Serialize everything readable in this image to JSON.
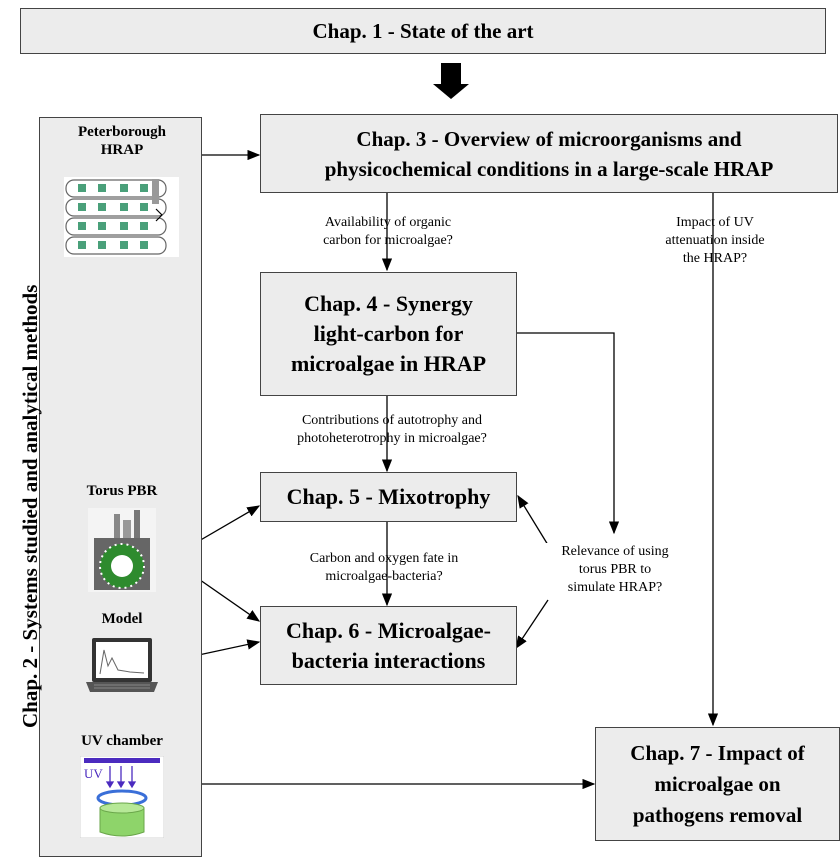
{
  "top": {
    "title": "Chap. 1 - State of the art"
  },
  "left_panel": {
    "vertical_title": "Chap. 2 - Systems studied and analytical methods",
    "systems": [
      {
        "label_line1": "Peterborough",
        "label_line2": "HRAP",
        "icon": "raceway-pond-icon"
      },
      {
        "label": "Torus PBR",
        "icon": "torus-photobioreactor-icon"
      },
      {
        "label": "Model",
        "icon": "laptop-graph-icon"
      },
      {
        "label": "UV chamber",
        "icon": "uv-chamber-icon",
        "uv_text": "UV"
      }
    ]
  },
  "chapters": {
    "chap3": {
      "line1": "Chap. 3 - Overview of microorganisms and",
      "line2": "physicochemical conditions in a large-scale HRAP"
    },
    "chap4": {
      "line1": "Chap. 4 - Synergy",
      "line2": "light-carbon for",
      "line3": "microalgae in HRAP"
    },
    "chap5": {
      "line1": "Chap. 5 - Mixotrophy"
    },
    "chap6": {
      "line1": "Chap. 6 - Microalgae-",
      "line2": "bacteria interactions"
    },
    "chap7": {
      "line1": "Chap. 7 - Impact of",
      "line2": "microalgae on",
      "line3": "pathogens removal"
    }
  },
  "questions": {
    "q1": {
      "line1": "Availability of organic",
      "line2": "carbon for microalgae?"
    },
    "q2": {
      "line1": "Impact of UV",
      "line2": "attenuation inside",
      "line3": "the HRAP?"
    },
    "q3": {
      "line1": "Contributions of autotrophy and",
      "line2": "photoheterotrophy in microalgae?"
    },
    "q4": {
      "line1": "Carbon and oxygen fate in",
      "line2": "microalgae-bacteria?"
    },
    "q5": {
      "line1": "Relevance of using",
      "line2": "torus PBR to",
      "line3": "simulate HRAP?"
    }
  },
  "colors": {
    "box_fill": "#ececec",
    "box_border": "#444444",
    "uv_purple": "#4b2bbf",
    "torus_green": "#2e8b2e",
    "water_green": "#8ed46a"
  }
}
